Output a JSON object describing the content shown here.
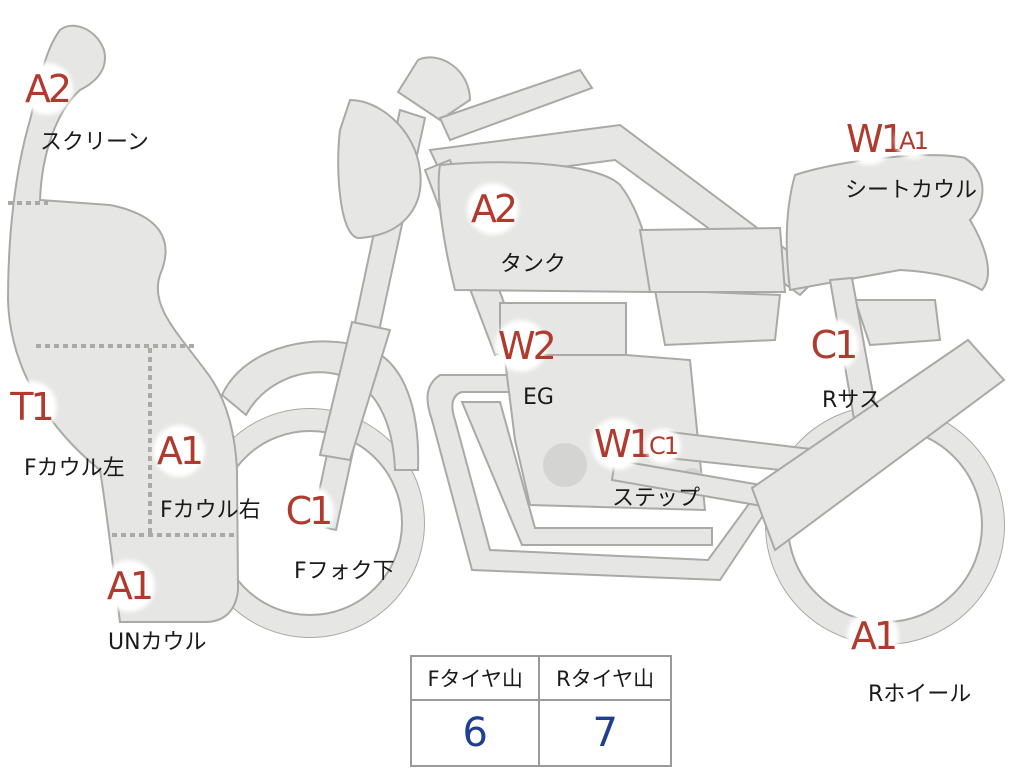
{
  "parts": [
    {
      "id": "screen",
      "label": "スクリーン",
      "badges": [
        "A2"
      ]
    },
    {
      "id": "tank",
      "label": "タンク",
      "badges": [
        "A2"
      ]
    },
    {
      "id": "seat-cowl",
      "label": "シートカウル",
      "badges": [
        "W1",
        "A1"
      ]
    },
    {
      "id": "engine",
      "label": "EG",
      "badges": [
        "W2"
      ]
    },
    {
      "id": "r-suspension",
      "label": "Rサス",
      "badges": [
        "C1"
      ]
    },
    {
      "id": "f-cowl-left",
      "label": "Fカウル左",
      "badges": [
        "T1"
      ]
    },
    {
      "id": "f-cowl-right",
      "label": "Fカウル右",
      "badges": [
        "A1"
      ]
    },
    {
      "id": "step",
      "label": "ステップ",
      "badges": [
        "W1",
        "C1"
      ]
    },
    {
      "id": "f-fork-lower",
      "label": "Fフォク下",
      "badges": [
        "C1"
      ]
    },
    {
      "id": "under-cowl",
      "label": "UNカウル",
      "badges": [
        "A1"
      ]
    },
    {
      "id": "r-wheel",
      "label": "Rホイール",
      "badges": [
        "A1"
      ]
    }
  ],
  "tire_table": {
    "headers": [
      "Fタイヤ山",
      "Rタイヤ山"
    ],
    "values": [
      "6",
      "7"
    ]
  },
  "colors": {
    "badge_text": "#b03a2e",
    "value_text": "#1f3f8f",
    "part_fill": "#e6e6e4",
    "part_stroke": "#a9aaa6"
  }
}
